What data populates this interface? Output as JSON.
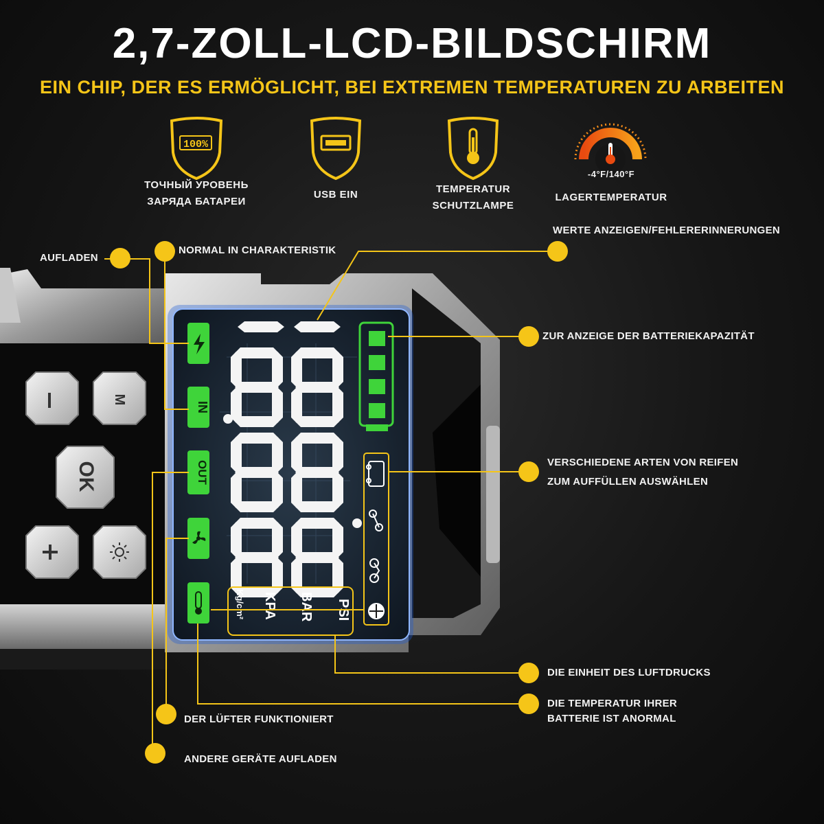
{
  "header": {
    "title": "2,7-ZOLL-LCD-BILDSCHIRM",
    "subtitle": "EIN CHIP, DER ES ERMÖGLICHT, BEI EXTREMEN TEMPERATUREN ZU ARBEITEN"
  },
  "features": [
    {
      "icon": "battery-100-shield-icon",
      "badge": "100",
      "line1": "ТОЧНЫЙ УРОВЕНЬ",
      "line2": "ЗАРЯДА БАТАРЕИ"
    },
    {
      "icon": "usb-shield-icon",
      "line1": "USB EIN",
      "line2": ""
    },
    {
      "icon": "thermometer-shield-icon",
      "line1": "TEMPERATUR",
      "line2": "SCHUTZLAMPE"
    },
    {
      "icon": "temperature-gauge-icon",
      "range": "-4°F/140°F",
      "line1": "LAGERTEMPERATUR",
      "line2": ""
    }
  ],
  "callouts": {
    "aufladen": "AUFLADEN",
    "normal": "NORMAL IN CHARAKTERISTIK",
    "werte": "WERTE ANZEIGEN/FEHLERERINNERUNGEN",
    "batterie": "ZUR ANZEIGE DER BATTERIEKAPAZITÄT",
    "reifen_1": "VERSCHIEDENE ARTEN VON REIFEN",
    "reifen_2": "ZUM AUFFÜLLEN AUSWÄHLEN",
    "einheit": "DIE EINHEIT DES LUFTDRUCKS",
    "temp_1": "DIE TEMPERATUR IHRER",
    "temp_2": "BATTERIE IST ANORMAL",
    "luefter": "DER LÜFTER FUNKTIONIERT",
    "andere": "ANDERE GERÄTE AUFLADEN"
  },
  "buttons": {
    "minus": "−",
    "mode": "M",
    "ok": "OK",
    "plus": "+",
    "light": "☀"
  },
  "lcd": {
    "left_icons": [
      "⚡",
      "IN",
      "OUT",
      "✲",
      "🌡"
    ],
    "units": [
      "PSI",
      "BAR",
      "KPA",
      "Kg/cm²"
    ],
    "battery_bars": 4,
    "tire_types": [
      "car-icon",
      "motorcycle-icon",
      "bicycle-icon",
      "ball-icon"
    ]
  },
  "colors": {
    "accent_yellow": "#f5c518",
    "lcd_green": "#3fd43a",
    "lcd_glow": "#2b7fff"
  }
}
